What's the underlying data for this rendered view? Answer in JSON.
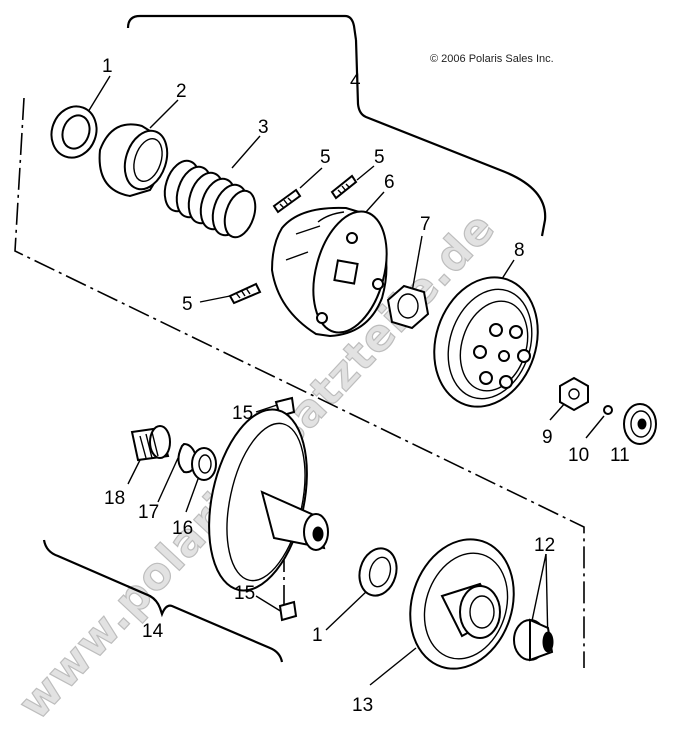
{
  "copyright": "© 2006 Polaris Sales Inc.",
  "watermark": "www.polarisersatzteile.de",
  "callouts": {
    "c1_top": "1",
    "c2": "2",
    "c3": "3",
    "c4": "4",
    "c5_a": "5",
    "c5_b": "5",
    "c5_c": "5",
    "c6": "6",
    "c7": "7",
    "c8": "8",
    "c9": "9",
    "c10": "10",
    "c11": "11",
    "c12": "12",
    "c13": "13",
    "c14": "14",
    "c15_top": "15",
    "c15_bottom": "15",
    "c16": "16",
    "c17": "17",
    "c18": "18",
    "c1_bottom": "1"
  }
}
